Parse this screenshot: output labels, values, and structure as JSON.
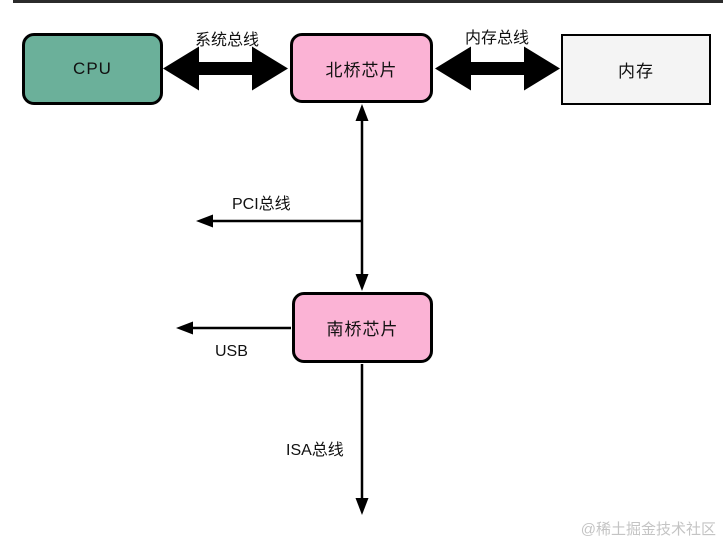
{
  "colors": {
    "background": "#ffffff",
    "cpu_fill": "#6bb09a",
    "bridge_fill": "#fbb3d5",
    "memory_fill": "#f4f4f4",
    "line": "#000000",
    "watermark": "#c4c4c4",
    "top_bar": "#2b2b2b"
  },
  "diagram": {
    "type": "block-diagram",
    "topic": "PC chipset architecture",
    "nodes": [
      {
        "id": "cpu",
        "label": "CPU",
        "shape": "rounded-rect",
        "fill": "#6bb09a"
      },
      {
        "id": "northbridge",
        "label": "北桥芯片",
        "shape": "rounded-rect",
        "fill": "#fbb3d5"
      },
      {
        "id": "memory",
        "label": "内存",
        "shape": "rect",
        "fill": "#f4f4f4"
      },
      {
        "id": "southbridge",
        "label": "南桥芯片",
        "shape": "rounded-rect",
        "fill": "#fbb3d5"
      }
    ],
    "buses": [
      {
        "id": "system-bus",
        "label": "系统总线",
        "from": "cpu",
        "to": "northbridge",
        "style": "thick-double-arrow"
      },
      {
        "id": "memory-bus",
        "label": "内存总线",
        "from": "northbridge",
        "to": "memory",
        "style": "thick-double-arrow"
      },
      {
        "id": "bridge-link",
        "label": "",
        "from": "northbridge",
        "to": "southbridge",
        "style": "thin-double-arrow"
      },
      {
        "id": "pci-bus",
        "label": "PCI总线",
        "from": "bridge-link",
        "to": "left",
        "style": "thin-arrow"
      },
      {
        "id": "usb",
        "label": "USB",
        "from": "southbridge",
        "to": "left",
        "style": "thin-arrow"
      },
      {
        "id": "isa-bus",
        "label": "ISA总线",
        "from": "southbridge",
        "to": "down",
        "style": "thin-arrow"
      }
    ],
    "watermark": "@稀土掘金技术社区"
  }
}
